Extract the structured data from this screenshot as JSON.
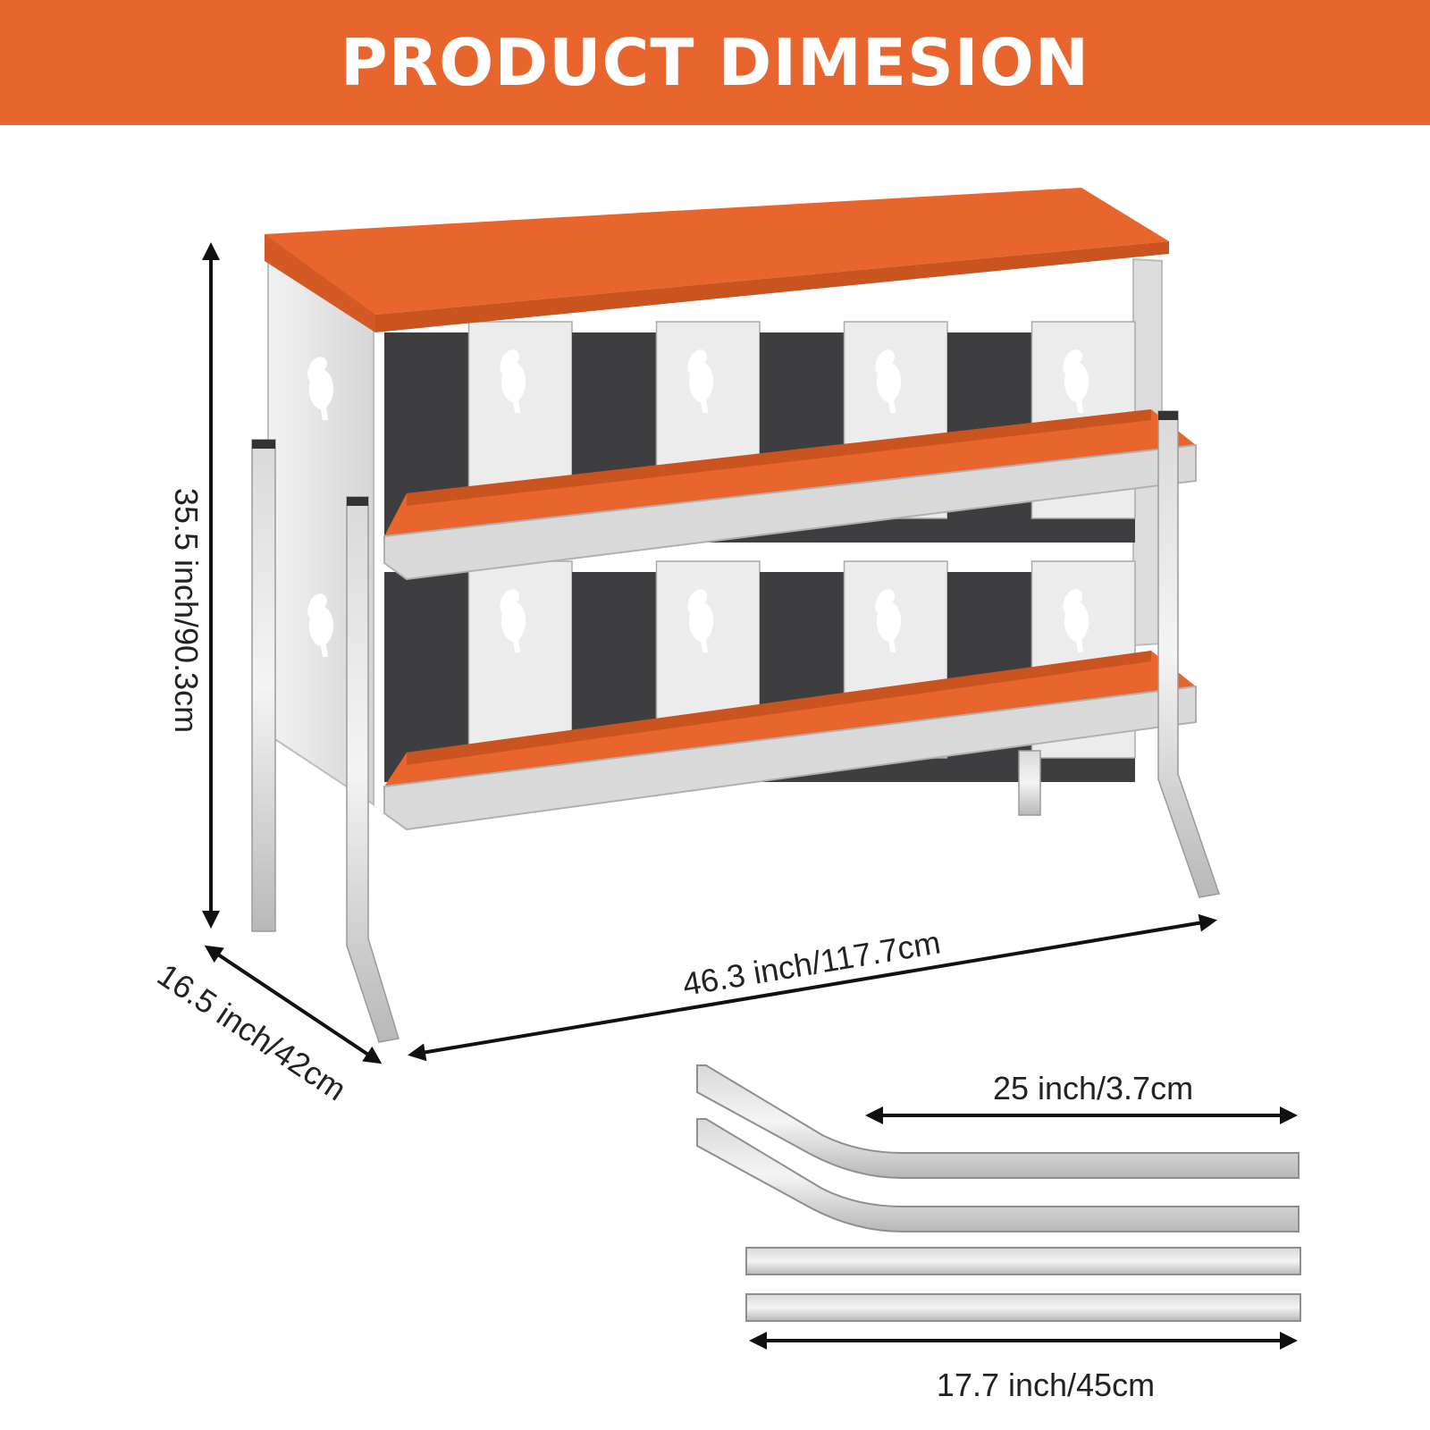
{
  "banner": {
    "title": "PRODUCT DIMESION"
  },
  "dimensions": {
    "height": "35.5 inch/90.3cm",
    "width": "46.3 inch/117.7cm",
    "depth": "16.5 inch/42cm",
    "long_leg": "25 inch/3.7cm",
    "short_leg": "17.7 inch/45cm"
  },
  "product": {
    "nest_rows": 2,
    "nests_per_row": 4
  },
  "colors": {
    "accent": "#E8652E",
    "accent_dark": "#C9541F",
    "metal_light": "#ECECEC",
    "metal_mid": "#D2D2D2",
    "metal_dark": "#A9A9A9",
    "nest_interior": "#3E3E40",
    "text": "#222222"
  }
}
